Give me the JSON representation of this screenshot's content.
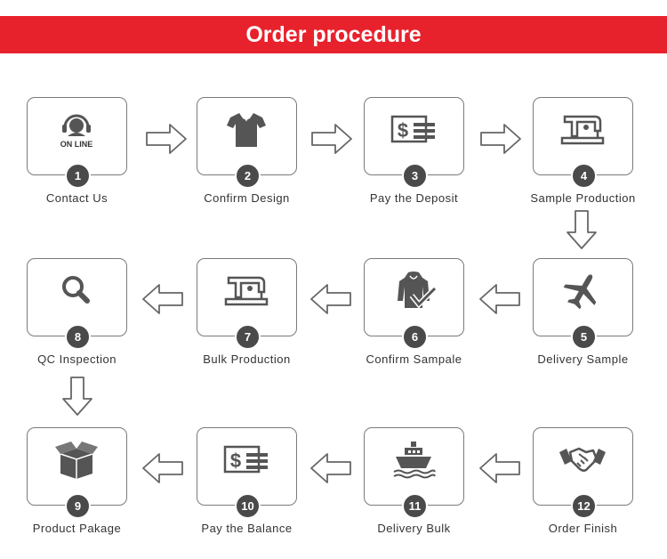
{
  "header": {
    "title": "Order procedure"
  },
  "steps": [
    {
      "num": "1",
      "label": "Contact Us",
      "icon": "headset-online-icon",
      "icon_text": "ON LINE"
    },
    {
      "num": "2",
      "label": "Confirm Design",
      "icon": "polo-shirt-icon"
    },
    {
      "num": "3",
      "label": "Pay the Deposit",
      "icon": "dollar-bill-icon"
    },
    {
      "num": "4",
      "label": "Sample Production",
      "icon": "sewing-machine-icon"
    },
    {
      "num": "5",
      "label": "Delivery Sample",
      "icon": "airplane-icon"
    },
    {
      "num": "6",
      "label": "Confirm Sampale",
      "icon": "jacket-check-icon"
    },
    {
      "num": "7",
      "label": "Bulk Production",
      "icon": "sewing-machine-icon"
    },
    {
      "num": "8",
      "label": "QC Inspection",
      "icon": "magnifier-icon"
    },
    {
      "num": "9",
      "label": "Product Pakage",
      "icon": "package-box-icon"
    },
    {
      "num": "10",
      "label": "Pay the Balance",
      "icon": "dollar-bill-icon"
    },
    {
      "num": "11",
      "label": "Delivery Bulk",
      "icon": "ship-icon"
    },
    {
      "num": "12",
      "label": "Order Finish",
      "icon": "handshake-icon"
    }
  ],
  "colors": {
    "banner": "#e8222d",
    "badge": "#4a4a4a",
    "icon": "#555555",
    "border": "#7a7a7a"
  }
}
